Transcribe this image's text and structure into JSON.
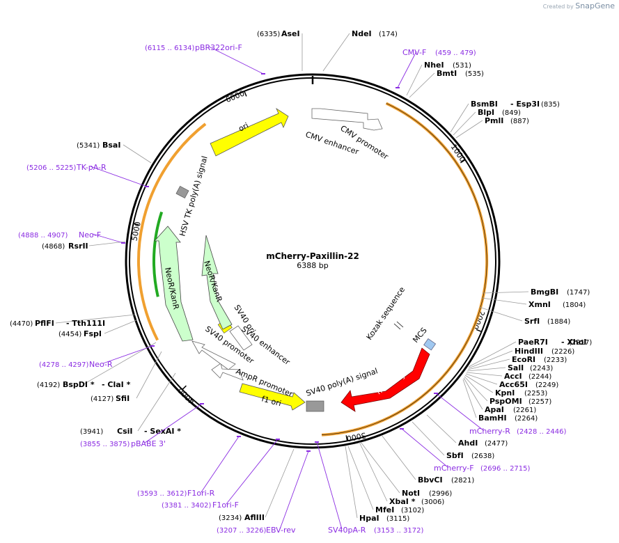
{
  "brand": {
    "created_by": "Created by",
    "app": "SnapGene"
  },
  "plasmid": {
    "name": "mCherry-Paxillin-22",
    "length": "6388 bp"
  },
  "ticks": [
    "1000",
    "2000",
    "3000",
    "4000",
    "5000",
    "6000"
  ],
  "sites": [
    {
      "name": "AseI",
      "pos": "(6335)"
    },
    {
      "name": "NdeI",
      "pos": "(174)"
    },
    {
      "name": "NheI",
      "pos": "(531)"
    },
    {
      "name": "BmtI",
      "pos": "(535)"
    },
    {
      "name": "BsmBI",
      "name2": "Esp3I",
      "pos": "(835)"
    },
    {
      "name": "BlpI",
      "pos": "(849)"
    },
    {
      "name": "PmlI",
      "pos": "(887)"
    },
    {
      "name": "BmgBI",
      "pos": "(1747)"
    },
    {
      "name": "XmnI",
      "pos": "(1804)"
    },
    {
      "name": "SrfI",
      "pos": "(1884)"
    },
    {
      "name": "PaeR7I",
      "name2": "XhoI",
      "pos": "(2217)"
    },
    {
      "name": "HindIII",
      "pos": "(2226)"
    },
    {
      "name": "EcoRI",
      "pos": "(2233)"
    },
    {
      "name": "SalI",
      "pos": "(2243)"
    },
    {
      "name": "AccI",
      "pos": "(2244)"
    },
    {
      "name": "Acc65I",
      "pos": "(2249)"
    },
    {
      "name": "KpnI",
      "pos": "(2253)"
    },
    {
      "name": "PspOMI",
      "pos": "(2257)"
    },
    {
      "name": "ApaI",
      "pos": "(2261)"
    },
    {
      "name": "BamHI",
      "pos": "(2264)"
    },
    {
      "name": "AhdI",
      "pos": "(2477)"
    },
    {
      "name": "SbfI",
      "pos": "(2638)"
    },
    {
      "name": "BbvCI",
      "pos": "(2821)"
    },
    {
      "name": "NotI",
      "pos": "(2996)"
    },
    {
      "name": "XbaI *",
      "pos": "(3006)"
    },
    {
      "name": "MfeI",
      "pos": "(3102)"
    },
    {
      "name": "HpaI",
      "pos": "(3115)"
    },
    {
      "name": "AflIII",
      "pos": "(3234)"
    },
    {
      "name": "CsiI",
      "name2": "SexAI *",
      "pos": "(3941)"
    },
    {
      "name": "SfiI",
      "pos": "(4127)"
    },
    {
      "name": "BspDI *",
      "name2": "ClaI *",
      "pos": "(4192)"
    },
    {
      "name": "FspI",
      "pos": "(4454)"
    },
    {
      "name": "PflFI",
      "name2": "Tth111I",
      "pos": "(4470)"
    },
    {
      "name": "RsrII",
      "pos": "(4868)"
    },
    {
      "name": "BsaI",
      "pos": "(5341)"
    }
  ],
  "primers": [
    {
      "name": "pBR322ori-F",
      "range": "(6115 .. 6134)"
    },
    {
      "name": "CMV-F",
      "range": "(459 .. 479)"
    },
    {
      "name": "TK-pA-R",
      "range": "(5206 .. 5225)"
    },
    {
      "name": "Neo-F",
      "range": "(4888 .. 4907)"
    },
    {
      "name": "Neo-R",
      "range": "(4278 .. 4297)"
    },
    {
      "name": "pBABE 3'",
      "range": "(3855 .. 3875)"
    },
    {
      "name": "F1ori-R",
      "range": "(3593 .. 3612)"
    },
    {
      "name": "F1ori-F",
      "range": "(3381 .. 3402)"
    },
    {
      "name": "EBV-rev",
      "range": "(3207 .. 3226)"
    },
    {
      "name": "SV40pA-R",
      "range": "(3153 .. 3172)"
    },
    {
      "name": "mCherry-R",
      "range": "(2428 .. 2446)"
    },
    {
      "name": "mCherry-F",
      "range": "(2696 .. 2715)"
    }
  ],
  "features": {
    "cmv_enhancer": "CMV enhancer",
    "cmv_promoter": "CMV promoter",
    "kozak": "Kozak sequence",
    "mcs": "MCS",
    "mcherry": "mCherry",
    "sv40_polya": "SV40 poly(A) signal",
    "f1_ori": "f1 ori",
    "ampr_promoter": "AmpR promoter",
    "sv40_promoter": "SV40 promoter",
    "sv40_enhancer": "SV40 enhancer",
    "sv40_ori": "SV40 ori",
    "neokanr_inner": "NeoR/KanR",
    "neokanr_outer": "NeoR/KanR",
    "hsv_tk": "HSV TK poly(A) signal",
    "ori": "ori"
  },
  "colors": {
    "backbone": "#000000",
    "ori": "#ffff00",
    "mcherry": "#ff0000",
    "neokanr": "#ccffcc",
    "cds_arc": "#f0a030",
    "neo_arc": "#22aa22",
    "primer": "#8a2be2",
    "mcs": "#a0c8f0",
    "sv40_ori": "#ffff00",
    "polya": "#999999"
  }
}
